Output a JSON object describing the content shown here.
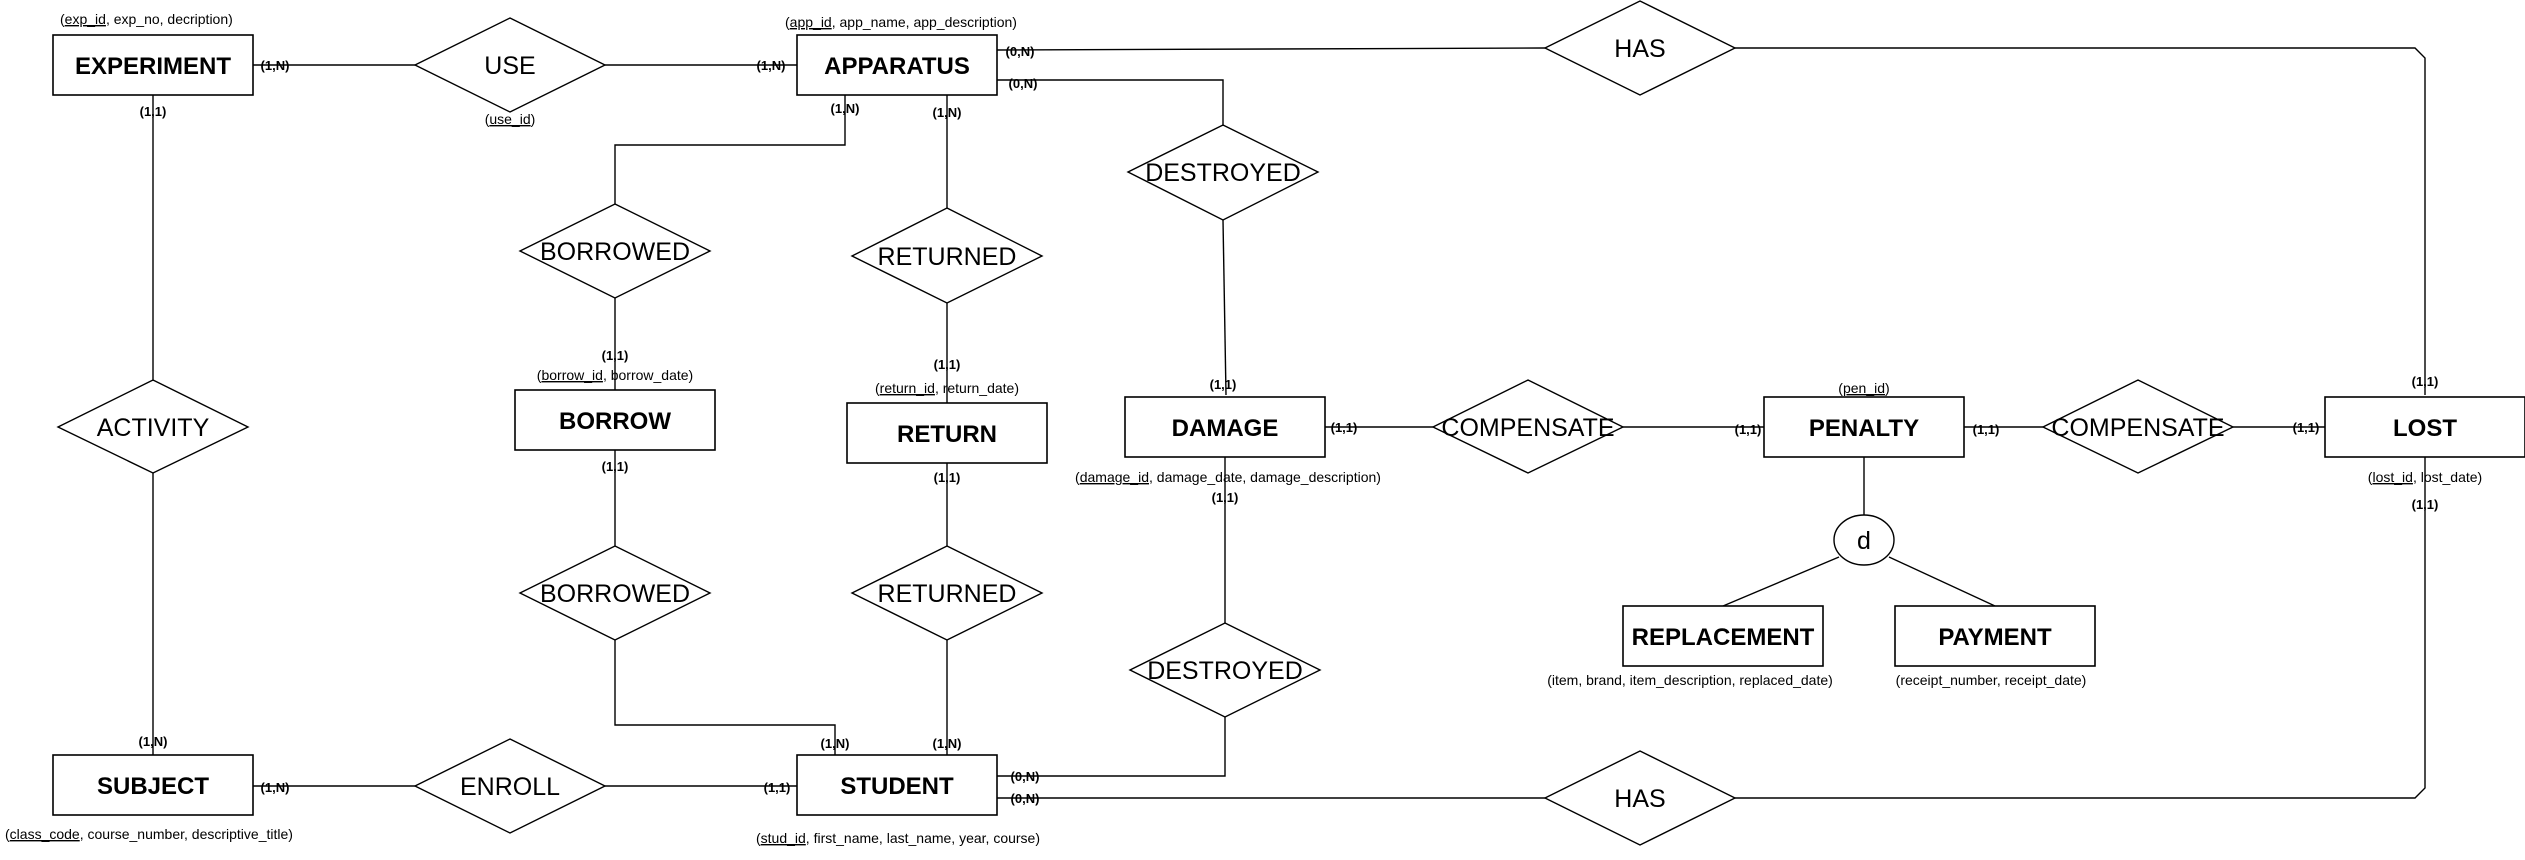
{
  "entities": {
    "experiment": "EXPERIMENT",
    "apparatus": "APPARATUS",
    "borrow": "BORROW",
    "return": "RETURN",
    "damage": "DAMAGE",
    "penalty": "PENALTY",
    "lost": "LOST",
    "replacement": "REPLACEMENT",
    "payment": "PAYMENT",
    "subject": "SUBJECT",
    "student": "STUDENT"
  },
  "relationships": {
    "use": "USE",
    "has_top": "HAS",
    "destroyed_top": "DESTROYED",
    "borrowed_top": "BORROWED",
    "returned_top": "RETURNED",
    "activity": "ACTIVITY",
    "compensate_left": "COMPENSATE",
    "compensate_right": "COMPENSATE",
    "borrowed_bottom": "BORROWED",
    "returned_bottom": "RETURNED",
    "destroyed_bottom": "DESTROYED",
    "enroll": "ENROLL",
    "has_bottom": "HAS",
    "disjoint": "d"
  },
  "attributes": {
    "experiment": {
      "key": "exp_id",
      "rest": ", exp_no, decription)"
    },
    "use": {
      "key": "use_id",
      "rest": ")"
    },
    "apparatus": {
      "key": "app_id",
      "rest": ", app_name, app_description)"
    },
    "borrow": {
      "key": "borrow_id",
      "rest": ", borrow_date)"
    },
    "return": {
      "key": "return_id",
      "rest": ", return_date)"
    },
    "penalty": {
      "key": "pen_id",
      "rest": ")"
    },
    "damage": {
      "key": "damage_id",
      "rest": ", damage_date, damage_description)"
    },
    "lost": {
      "key": "lost_id",
      "rest": ", lost_date)"
    },
    "replacement": "(item, brand, item_description, replaced_date)",
    "payment": "(receipt_number, receipt_date)",
    "subject": {
      "key": "class_code",
      "rest": ", course_number, descriptive_title)"
    },
    "student": {
      "key": "stud_id",
      "rest": ", first_name, last_name, year, course)"
    }
  },
  "cardinalities": {
    "exp_use": "(1,N)",
    "app_use": "(1,N)",
    "app_has": "(0,N)",
    "app_destroyed": "(0,N)",
    "app_borrowed": "(1,N)",
    "app_returned": "(1,N)",
    "exp_activity": "(1,1)",
    "borrow_top": "(1,1)",
    "return_top": "(1,1)",
    "damage_top": "(1,1)",
    "lost_top": "(1,1)",
    "damage_comp": "(1,1)",
    "penalty_comp_left": "(1,1)",
    "penalty_comp_right": "(1,1)",
    "lost_comp": "(1,1)",
    "borrow_bottom": "(1,1)",
    "return_bottom": "(1,1)",
    "damage_bottom": "(1,1)",
    "lost_bottom": "(1,1)",
    "subj_activity": "(1,N)",
    "subj_enroll": "(1,N)",
    "stud_enroll": "(1,1)",
    "stud_borrowed": "(1,N)",
    "stud_returned": "(1,N)",
    "stud_destroyed": "(0,N)",
    "stud_has": "(0,N)"
  }
}
